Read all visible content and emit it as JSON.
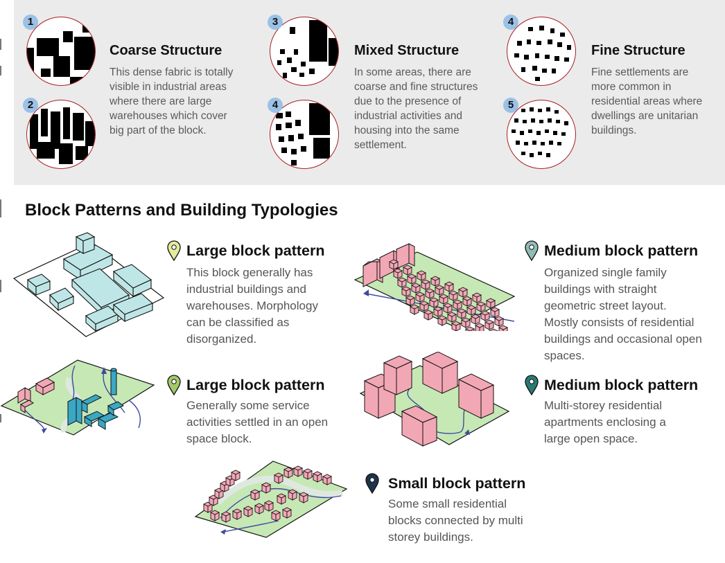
{
  "structures": [
    {
      "title": "Coarse Structure",
      "body": [
        "This dense fabric is totally",
        "visible in industrial areas",
        "where there are large",
        "warehouses which cover",
        "big part of the block."
      ],
      "maps": [
        {
          "number": "1"
        },
        {
          "number": "2"
        }
      ]
    },
    {
      "title": "Mixed Structure",
      "body": [
        "In some areas, there are",
        "coarse and fine structures",
        "due to the presence of",
        "industrial activities and",
        "housing into the same",
        "settlement."
      ],
      "maps": [
        {
          "number": "3"
        },
        {
          "number": "4"
        }
      ]
    },
    {
      "title": "Fine Structure",
      "body": [
        "Fine settlements are",
        "more common in",
        "residential areas where",
        "dwellings are unitarian",
        "buildings."
      ],
      "maps": [
        {
          "number": "4"
        },
        {
          "number": "5"
        }
      ]
    }
  ],
  "section_title": "Block Patterns and Building Typologies",
  "patterns": [
    {
      "title": "Large block pattern",
      "body": [
        "This block generally has",
        "industrial buildings and",
        "warehouses. Morphology",
        "can be classified as",
        "disorganized."
      ],
      "pin_color": "#e2ec9c"
    },
    {
      "title": "Medium block pattern",
      "body": [
        "Organized single family",
        "buildings with straight",
        "geometric street layout.",
        "Mostly consists of residential",
        "buildings and occasional open",
        "spaces."
      ],
      "pin_color": "#8fbcb6"
    },
    {
      "title": "Large block pattern",
      "body": [
        "Generally some service",
        "activities  settled in an open",
        "space block."
      ],
      "pin_color": "#a3c96a"
    },
    {
      "title": "Medium block pattern",
      "body": [
        "Multi-storey residential",
        "apartments enclosing a",
        "large open space."
      ],
      "pin_color": "#2a7a74"
    },
    {
      "title": "Small block pattern",
      "body": [
        "Some small residential",
        "blocks connected by multi",
        "storey buildings."
      ],
      "pin_color": "#1d3450"
    }
  ],
  "colors": {
    "panel_bg": "#ebebeb",
    "circle_border": "#a61e22",
    "badge": "#9bc1e6",
    "ground_green": "#c6e8b5",
    "industrial_blue": "#bfe6e6",
    "service_blue": "#3aa7c4",
    "residential_pink": "#f2a7b5",
    "path_arrow": "#3e4aa0"
  }
}
